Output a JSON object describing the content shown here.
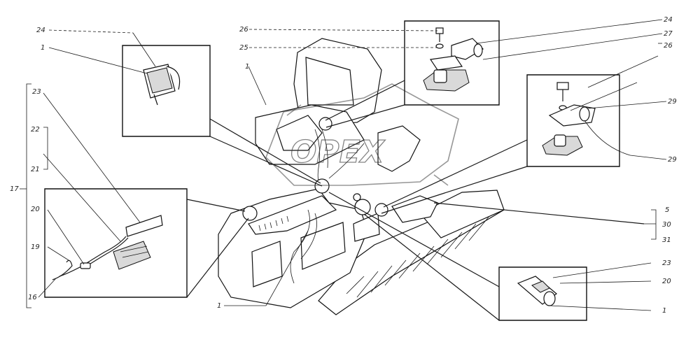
{
  "watermark": "OPEX",
  "callouts": [
    {
      "id": "c-24-left",
      "text": "24"
    },
    {
      "id": "c-1-left",
      "text": "1"
    },
    {
      "id": "c-26-top",
      "text": "26"
    },
    {
      "id": "c-25-top",
      "text": "25"
    },
    {
      "id": "c-1-cab",
      "text": "1"
    },
    {
      "id": "c-24-right",
      "text": "24"
    },
    {
      "id": "c-27",
      "text": "27"
    },
    {
      "id": "c-26-right",
      "text": "26"
    },
    {
      "id": "c-23-left",
      "text": "23"
    },
    {
      "id": "c-22",
      "text": "22"
    },
    {
      "id": "c-21",
      "text": "21"
    },
    {
      "id": "c-17",
      "text": "17"
    },
    {
      "id": "c-20-left",
      "text": "20"
    },
    {
      "id": "c-19",
      "text": "19"
    },
    {
      "id": "c-16",
      "text": "16"
    },
    {
      "id": "c-29-a",
      "text": "29"
    },
    {
      "id": "c-29-b",
      "text": "29"
    },
    {
      "id": "c-5",
      "text": "5"
    },
    {
      "id": "c-30",
      "text": "30"
    },
    {
      "id": "c-31",
      "text": "31"
    },
    {
      "id": "c-23-right",
      "text": "23"
    },
    {
      "id": "c-20-right",
      "text": "20"
    },
    {
      "id": "c-1-right",
      "text": "1"
    },
    {
      "id": "c-1-bottom",
      "text": "1"
    }
  ]
}
